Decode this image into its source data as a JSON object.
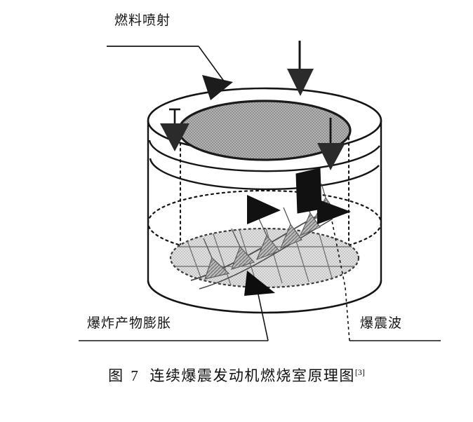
{
  "figure": {
    "caption_prefix": "图 7",
    "caption_title": "连续爆震发动机燃烧室原理图",
    "caption_reference": "[3]",
    "background_color": "#ffffff",
    "ink_color": "#141414"
  },
  "labels": {
    "fuel_injection": "燃料喷射",
    "explosion_product_expansion": "爆炸产物膨胀",
    "detonation_wave": "爆震波"
  },
  "diagram": {
    "name": "continuous-detonation-engine-combustor-schematic",
    "shape": "annular cylinder",
    "colors": {
      "top_annulus_fill": "#a9a9a9",
      "bottom_disk_fill": "#d9d9d9",
      "wave_front_fill": "#111111",
      "wave_flag_fill": "#9a9a9a",
      "outline": "#141414"
    },
    "elements": [
      {
        "id": "injection-arrow-left",
        "type": "arrow",
        "direction": "down",
        "meaning": "fuel injection inflow"
      },
      {
        "id": "injection-arrow-top-left",
        "type": "arrow",
        "direction": "down-left",
        "meaning": "fuel injection inflow"
      },
      {
        "id": "injection-arrow-top-center",
        "type": "arrow",
        "direction": "down",
        "meaning": "fuel injection inflow"
      },
      {
        "id": "injection-arrow-right",
        "type": "arrow",
        "direction": "down",
        "meaning": "fuel injection inflow"
      },
      {
        "id": "rotation-arrow-mid-left",
        "type": "arrow",
        "direction": "right",
        "meaning": "detonation wave rotation"
      },
      {
        "id": "rotation-arrow-mid-right",
        "type": "arrow",
        "direction": "down-right",
        "meaning": "detonation wave rotation"
      },
      {
        "id": "detonation-wave-front",
        "type": "plane",
        "meaning": "detonation wave front"
      },
      {
        "id": "spiral-wave-flags",
        "type": "helix",
        "count": 6,
        "meaning": "rotating detonation wave helix"
      },
      {
        "id": "exhaust-arrow-bottom",
        "type": "arrow",
        "direction": "up-left",
        "meaning": "expanding explosion products"
      }
    ],
    "leader_lines": [
      {
        "from": "fuel_injection_label",
        "to": "injection-arrow-top-left",
        "style": "solid"
      },
      {
        "from": "explosion_product_expansion_label",
        "to": "exhaust-arrow-bottom",
        "style": "solid"
      },
      {
        "from": "detonation_wave_label",
        "to": "detonation-wave-front",
        "style": "dashed"
      }
    ]
  }
}
